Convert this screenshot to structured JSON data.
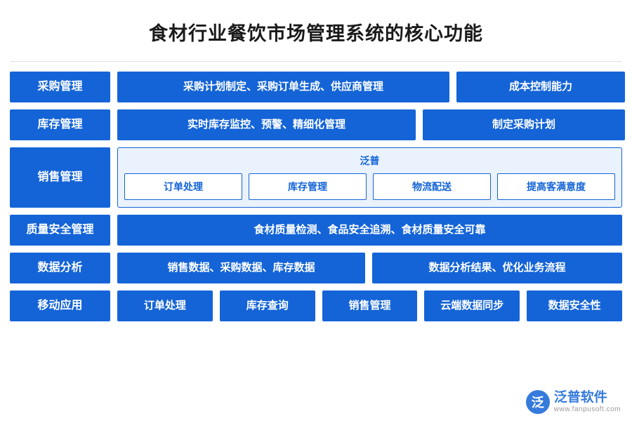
{
  "header": {
    "title": "食材行业餐饮市场管理系统的核心功能"
  },
  "rows": [
    {
      "label": "采购管理",
      "cells": [
        "采购计划制定、采购订单生成、供应商管理",
        "成本控制能力"
      ]
    },
    {
      "label": "库存管理",
      "cells": [
        "实时库存监控、预警、精细化管理",
        "制定采购计划"
      ]
    },
    {
      "label": "销售管理",
      "panel": {
        "title": "泛普",
        "items": [
          "订单处理",
          "库存管理",
          "物流配送",
          "提高客满意度"
        ]
      }
    },
    {
      "label": "质量安全管理",
      "cells": [
        "食材质量检测、食品安全追溯、食材质量安全可靠"
      ]
    },
    {
      "label": "数据分析",
      "cells": [
        "销售数据、采购数据、库存数据",
        "数据分析结果、优化业务流程"
      ]
    },
    {
      "label": "移动应用",
      "cells": [
        "订单处理",
        "库存查询",
        "销售管理",
        "云端数据同步",
        "数据安全性"
      ]
    }
  ],
  "watermark": {
    "mark": "泛",
    "name": "泛普软件",
    "url": "www.fanpusoft.com"
  },
  "colors": {
    "primary": "#1464d7",
    "panel_bg": "#eaf2fd",
    "text_on_primary": "#ffffff",
    "title": "#1a1a1a"
  }
}
